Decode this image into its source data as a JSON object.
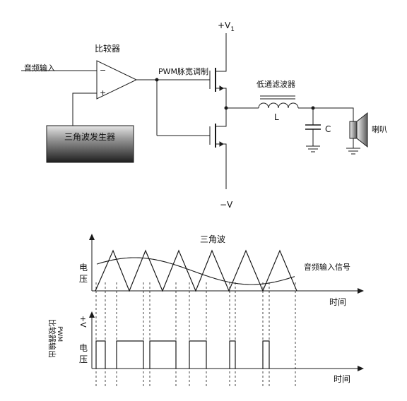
{
  "circuit": {
    "comparator_label": "比较器",
    "audio_input_label": "音频输入",
    "minus_sign": "−",
    "plus_sign": "+",
    "triangle_generator_label": "三角波发生器",
    "pwm_label": "PWM脉宽调制",
    "supply_pos_main": "+V",
    "supply_pos_sub": "1",
    "supply_neg_label": "−V",
    "lowpass_filter_label": "低通滤波器",
    "inductor_label": "L",
    "capacitor_label": "C",
    "speaker_label": "喇叭",
    "colors": {
      "line": "#1a1a1a",
      "generator_dark": "#1e1e1e",
      "generator_light": "#e6e6e6"
    }
  },
  "waveform": {
    "triangle_title": "三角波",
    "voltage_axis_top": [
      "电",
      "压"
    ],
    "time_axis_top": "时间",
    "audio_signal_label": "音频输入信号",
    "pwm_out_title_small": "PWM",
    "pwm_out_title": "比较器输出",
    "vplus_label": "+V",
    "voltage_axis_bottom": [
      "电",
      "压"
    ],
    "time_axis_bottom": "时间",
    "triangle_peak_count": 6,
    "pwm_pulse_count": 6
  }
}
